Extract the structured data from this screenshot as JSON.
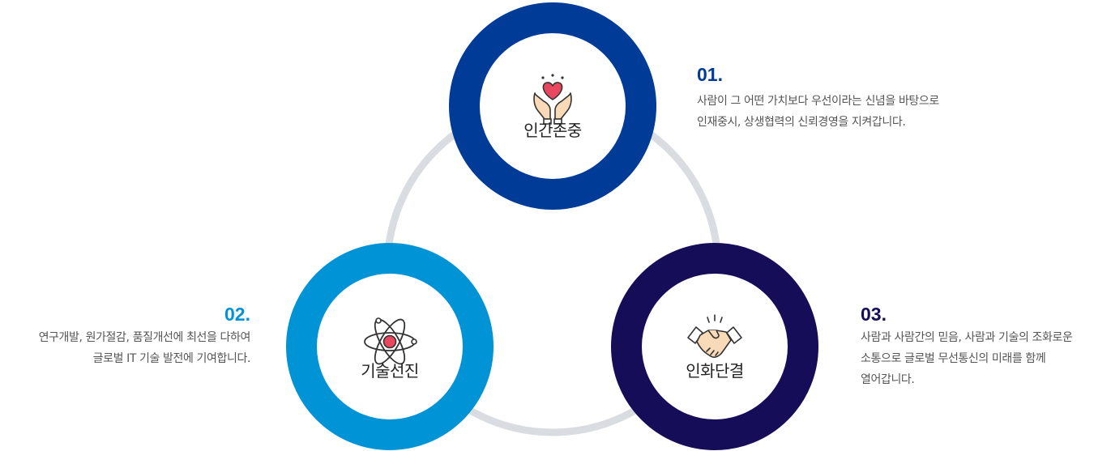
{
  "values": [
    {
      "label": "인간존중",
      "icon": "hands-heart-icon",
      "number": "01.",
      "lines": [
        "사람이 그 어떤 가치보다 우선이라는 신념을 바탕으로",
        "인재중시, 상생협력의 신뢰경영을 지켜갑니다."
      ],
      "color": "#003b98"
    },
    {
      "label": "기술선진",
      "icon": "atom-icon",
      "number": "02.",
      "lines": [
        "연구개발, 원가절감, 품질개선에 최선을 다하여",
        "글로벌 IT 기술 발전에 기여합니다."
      ],
      "color": "#0093d6"
    },
    {
      "label": "인화단결",
      "icon": "handshake-icon",
      "number": "03.",
      "lines": [
        "사람과 사람간의 믿음, 사람과 기술의 조화로운",
        "소통으로 글로벌 무선통신의 미래를 함께",
        "열어갑니다."
      ],
      "color": "#150d58"
    }
  ],
  "connector_color": "#d9dde1",
  "icon_accent_color": "#e8475f",
  "icon_skin_color": "#f8d9b8"
}
